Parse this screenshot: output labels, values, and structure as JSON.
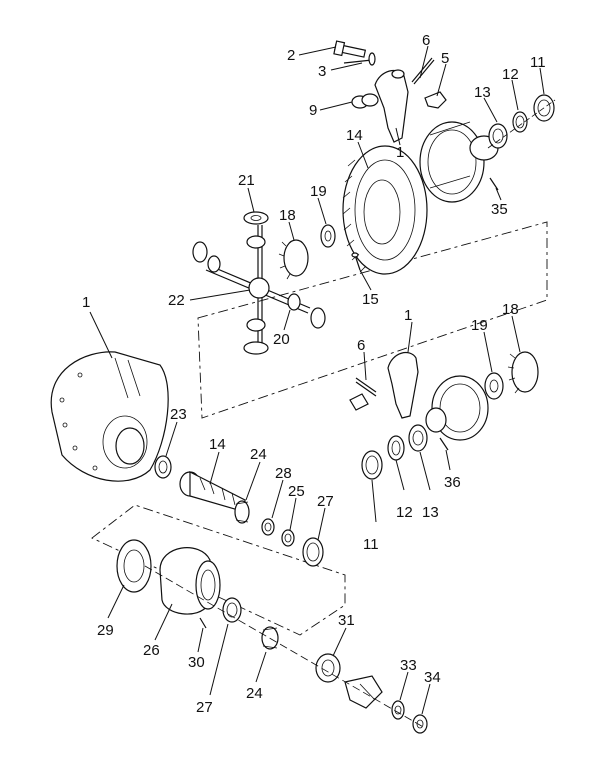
{
  "figure": {
    "callouts": [
      {
        "id": "c2a",
        "text": "2"
      },
      {
        "id": "c3a",
        "text": "3"
      },
      {
        "id": "c6a",
        "text": "6"
      },
      {
        "id": "c5a",
        "text": "5"
      },
      {
        "id": "c11a",
        "text": "11"
      },
      {
        "id": "c12a",
        "text": "12"
      },
      {
        "id": "c13a",
        "text": "13"
      },
      {
        "id": "c9a",
        "text": "9"
      },
      {
        "id": "c14a",
        "text": "14"
      },
      {
        "id": "c1a",
        "text": "1"
      },
      {
        "id": "c21",
        "text": "21"
      },
      {
        "id": "c18a",
        "text": "18"
      },
      {
        "id": "c19a",
        "text": "19"
      },
      {
        "id": "c35",
        "text": "35"
      },
      {
        "id": "c22",
        "text": "22"
      },
      {
        "id": "c15",
        "text": "15"
      },
      {
        "id": "c20",
        "text": "20"
      },
      {
        "id": "c1b",
        "text": "1"
      },
      {
        "id": "c1c",
        "text": "1"
      },
      {
        "id": "c19b",
        "text": "19"
      },
      {
        "id": "c18b",
        "text": "18"
      },
      {
        "id": "c6b",
        "text": "6"
      },
      {
        "id": "c23",
        "text": "23"
      },
      {
        "id": "c14b",
        "text": "14"
      },
      {
        "id": "c24a",
        "text": "24"
      },
      {
        "id": "c36",
        "text": "36"
      },
      {
        "id": "c28",
        "text": "28"
      },
      {
        "id": "c25",
        "text": "25"
      },
      {
        "id": "c27a",
        "text": "27"
      },
      {
        "id": "c12b",
        "text": "12"
      },
      {
        "id": "c13b",
        "text": "13"
      },
      {
        "id": "c11b",
        "text": "11"
      },
      {
        "id": "c29",
        "text": "29"
      },
      {
        "id": "c26",
        "text": "26"
      },
      {
        "id": "c31",
        "text": "31"
      },
      {
        "id": "c30",
        "text": "30"
      },
      {
        "id": "c33",
        "text": "33"
      },
      {
        "id": "c24b",
        "text": "24"
      },
      {
        "id": "c34",
        "text": "34"
      },
      {
        "id": "c27b",
        "text": "27"
      }
    ]
  }
}
